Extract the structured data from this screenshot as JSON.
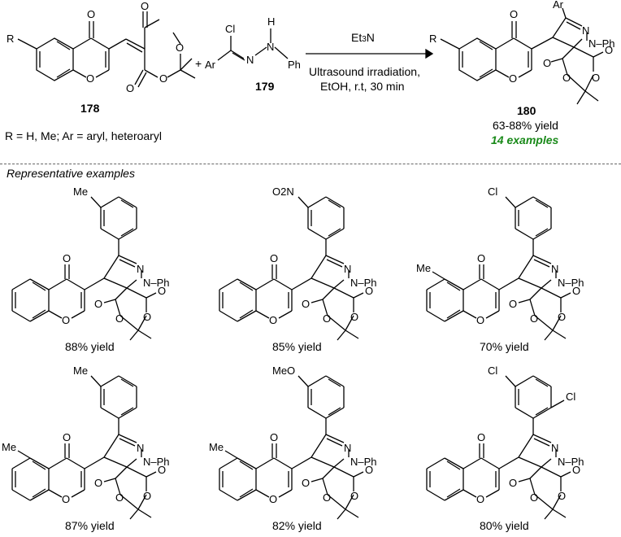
{
  "scheme": {
    "reactant1": {
      "compound_number": "178",
      "r_label": "R"
    },
    "reactant2": {
      "compound_number": "179"
    },
    "plus_sign": "+",
    "arrow": {
      "reagent_main": "Et",
      "reagent_sub": "3",
      "reagent_end": "N",
      "conditions_line1": "Ultrasound irradiation,",
      "conditions_line2": "EtOH, r.t, 30 min"
    },
    "product": {
      "compound_number": "180",
      "yield_range": "63-88% yield",
      "example_count": "14 examples"
    },
    "substituents_note": "R = H, Me; Ar = aryl, heteroaryl"
  },
  "section_title": "Representative examples",
  "examples": [
    {
      "r": "",
      "aryl_sub": "Me",
      "yield": "88% yield"
    },
    {
      "r": "",
      "aryl_sub": "O2N",
      "yield": "85% yield"
    },
    {
      "r": "Me",
      "aryl_sub": "Cl",
      "yield": "70% yield"
    },
    {
      "r": "Me",
      "aryl_sub": "Me",
      "yield": "87% yield"
    },
    {
      "r": "Me",
      "aryl_sub": "MeO",
      "yield": "82% yield"
    },
    {
      "r": "",
      "aryl_sub": "Cl",
      "aryl_sub2": "Cl",
      "yield": "80% yield"
    }
  ],
  "atom_labels": {
    "o": "O",
    "n": "N",
    "cl": "Cl",
    "h": "H",
    "ar": "Ar",
    "ph": "Ph",
    "nph": "N–Ph"
  }
}
